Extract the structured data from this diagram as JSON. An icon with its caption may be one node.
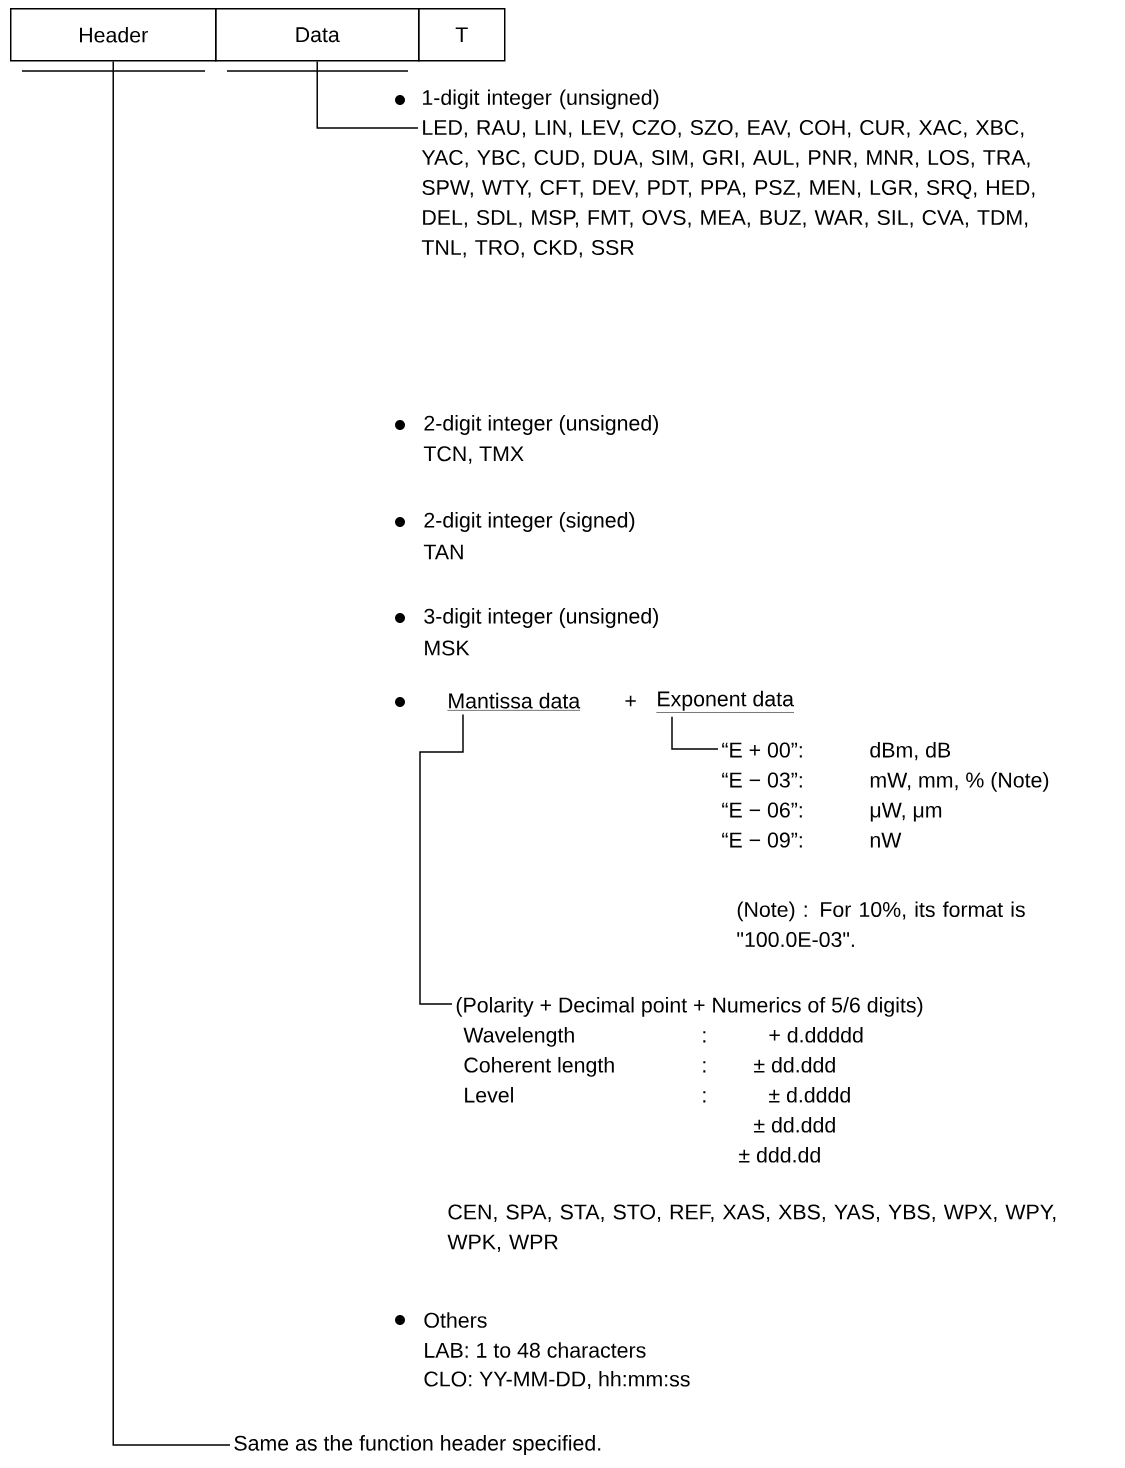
{
  "diagram": {
    "nodes": [
      {
        "text": [
          "Header"
        ]
      },
      {
        "text": [
          "Data"
        ]
      },
      {
        "text": [
          "T"
        ]
      },
      {
        "text": [
          "Same as the function header specified."
        ]
      },
      {
        "text": [
          "1-digit integer (unsigned)",
          "LED, RAU, LIN, LEV, CZO, SZO, EAV, COH, CUR, XAC, XBC, YAC, YBC, CUD, DUA, SIM, GRI, AUL, PNR, MNR, LOS, TRA, SPW, WTY, CFT, DEV, PDT, PPA, PSZ, MEN, LGR, SRQ, HED, DEL, SDL, MSP, FMT, OVS, MEA, BUZ, WAR, SIL, CVA, TDM, TNL, TRO, CKD, SSR"
        ]
      },
      {
        "text": [
          "Mantissa data"
        ]
      },
      {
        "text": [
          "Exponent data"
        ]
      },
      {
        "text": [
          "“E + 00”:",
          "dBm, dB",
          "“E − 03”:",
          "mW, mm, % (Note)",
          "“E − 06”:",
          "μW, μm",
          "“E − 09”:",
          "nW"
        ]
      },
      {
        "text": [
          "(Polarity + Decimal point + Numerics of 5/6 digits)",
          "Wavelength",
          ":",
          "+ d.ddddd",
          "Coherent length",
          ":",
          "± dd.ddd",
          "Level",
          ":",
          "± d.dddd",
          "± dd.ddd",
          "± ddd.dd"
        ]
      }
    ],
    "edges": [
      {
        "from": 0,
        "to": 3,
        "arrow": "none"
      },
      {
        "from": 1,
        "to": 4,
        "arrow": "none"
      },
      {
        "from": 5,
        "to": 8,
        "arrow": "none"
      },
      {
        "from": 6,
        "to": 7,
        "arrow": "none"
      }
    ],
    "labels": [
      "2-digit integer (unsigned)",
      "TCN, TMX",
      "2-digit integer (signed)",
      "TAN",
      "3-digit integer (unsigned)",
      "MSK",
      "+",
      "(Note) : For 10%, its format is \"100.0E-03\".",
      "CEN, SPA, STA, STO, REF, XAS, XBS, YAS, YBS, WPX, WPY, WPK, WPR",
      "Others",
      "LAB: 1 to 48 characters",
      "CLO: YY-MM-DD, hh:mm:ss"
    ]
  }
}
